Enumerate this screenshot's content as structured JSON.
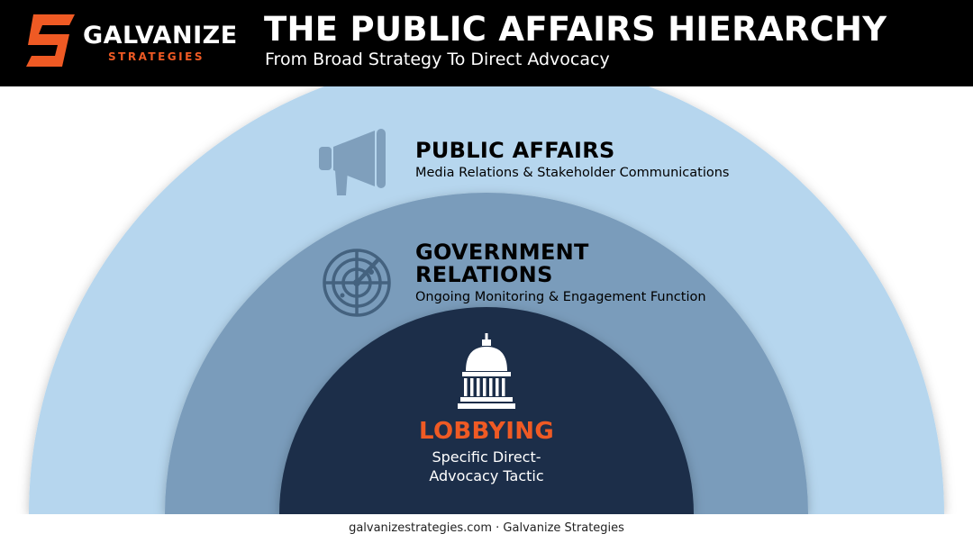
{
  "header": {
    "brand_name": "GALVANIZE",
    "brand_sub": "STRATEGIES",
    "title": "THE PUBLIC AFFAIRS HIERARCHY",
    "subtitle": "From Broad Strategy To Direct Advocacy"
  },
  "rings": {
    "outer": {
      "title": "PUBLIC AFFAIRS",
      "description": "Media Relations & Stakeholder Communications",
      "icon": "megaphone-icon",
      "color": "#b6d6ee"
    },
    "middle": {
      "title_line1": "GOVERNMENT",
      "title_line2": "RELATIONS",
      "description": "Ongoing Monitoring & Engagement Function",
      "icon": "radar-icon",
      "color": "#7a9cbb"
    },
    "inner": {
      "title": "LOBBYING",
      "description_line1": "Specific Direct-",
      "description_line2": "Advocacy Tactic",
      "icon": "capitol-dome-icon",
      "color": "#1b2f4a"
    }
  },
  "colors": {
    "accent": "#ef5a24",
    "header_bg": "#000000"
  },
  "footer": {
    "text": "galvanizestrategies.com · Galvanize Strategies"
  }
}
